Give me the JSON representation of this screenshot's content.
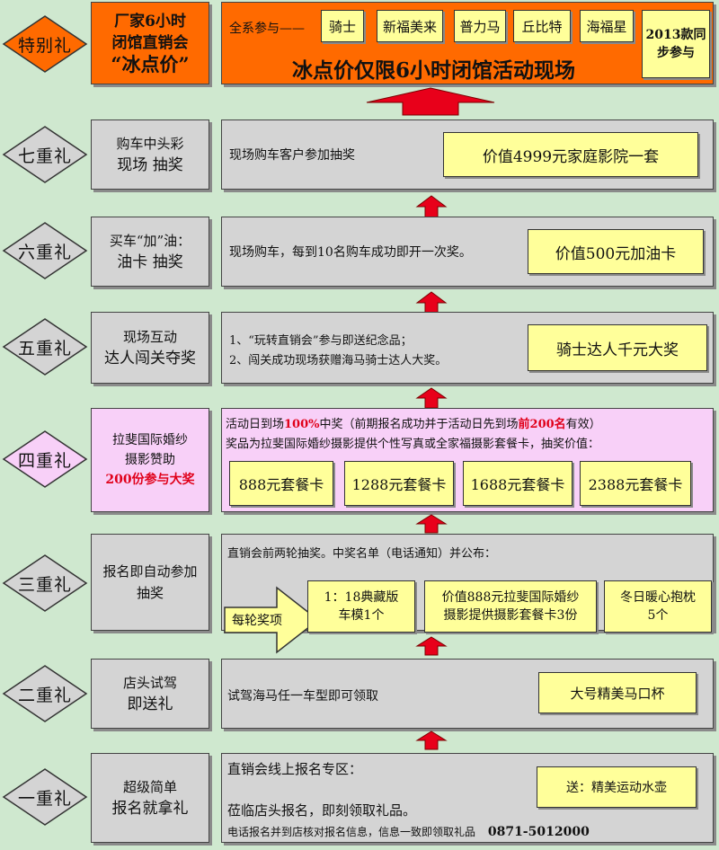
{
  "colors": {
    "orange": "#ff6a00",
    "yellow": "#ffff9a",
    "gray": "#d4d4d4",
    "pink": "#f8d0f8",
    "arrow_red": "#e8001a",
    "bg": "#cfe8cf"
  },
  "special": {
    "tag": "特别礼",
    "left_lines": [
      "厂家6小时",
      "闭馆直销会",
      "“冰点价”"
    ],
    "series_label": "全系参与——",
    "models": [
      "骑士",
      "新福美来",
      "普力马",
      "丘比特",
      "海福星"
    ],
    "model_2013": [
      "2013款同",
      "步参与"
    ],
    "banner": "冰点价仅限6小时闭馆活动现场"
  },
  "tier7": {
    "tag": "七重礼",
    "left_lines": [
      "购车中头彩",
      "现场 抽奖"
    ],
    "desc": "现场购车客户参加抽奖",
    "prize": "价值4999元家庭影院一套"
  },
  "tier6": {
    "tag": "六重礼",
    "left_lines": [
      "买车“加”油：",
      "油卡 抽奖"
    ],
    "desc": "现场购车，每到10名购车成功即开一次奖。",
    "prize": "价值500元加油卡"
  },
  "tier5": {
    "tag": "五重礼",
    "left_lines": [
      "现场互动",
      "达人闯关夺奖"
    ],
    "desc_lines": [
      "1、“玩转直销会”参与即送纪念品；",
      "2、闯关成功现场获赠海马骑士达人大奖。"
    ],
    "prize": "骑士达人千元大奖"
  },
  "tier4": {
    "tag": "四重礼",
    "left_lines": [
      "拉斐国际婚纱",
      "摄影赞助",
      "200份参与大奖"
    ],
    "line1_a": "活动日到场",
    "line1_b": "100%",
    "line1_c": "中奖（前期报名成功并于活动日先到场",
    "line1_d": "前200名",
    "line1_e": "有效）",
    "line2": "奖品为拉斐国际婚纱摄影提供个性写真或全家福摄影套餐卡，抽奖价值：",
    "packages": [
      "888元套餐卡",
      "1288元套餐卡",
      "1688元套餐卡",
      "2388元套餐卡"
    ]
  },
  "tier3": {
    "tag": "三重礼",
    "left_lines": [
      "报名即自动参加",
      "抽奖"
    ],
    "desc": "直销会前两轮抽奖。中奖名单（电话通知）并公布：",
    "arrow_label": "每轮奖项",
    "prizes": [
      [
        "1：18典藏版",
        "车模1个"
      ],
      [
        "价值888元拉斐国际婚纱",
        "摄影提供摄影套餐卡3份"
      ],
      [
        "冬日暖心抱枕",
        "5个"
      ]
    ]
  },
  "tier2": {
    "tag": "二重礼",
    "left_lines": [
      "店头试驾",
      "即送礼"
    ],
    "desc": "试驾海马任一车型即可领取",
    "prize": "大号精美马口杯"
  },
  "tier1": {
    "tag": "一重礼",
    "left_lines": [
      "超级简单",
      "报名就拿礼"
    ],
    "line1": "直销会线上报名专区：",
    "line2": "莅临店头报名，即刻领取礼品。",
    "line3": "电话报名并到店核对报名信息，信息一致即领取礼品",
    "phone": "0871-5012000",
    "prize": "送：精美运动水壶"
  }
}
